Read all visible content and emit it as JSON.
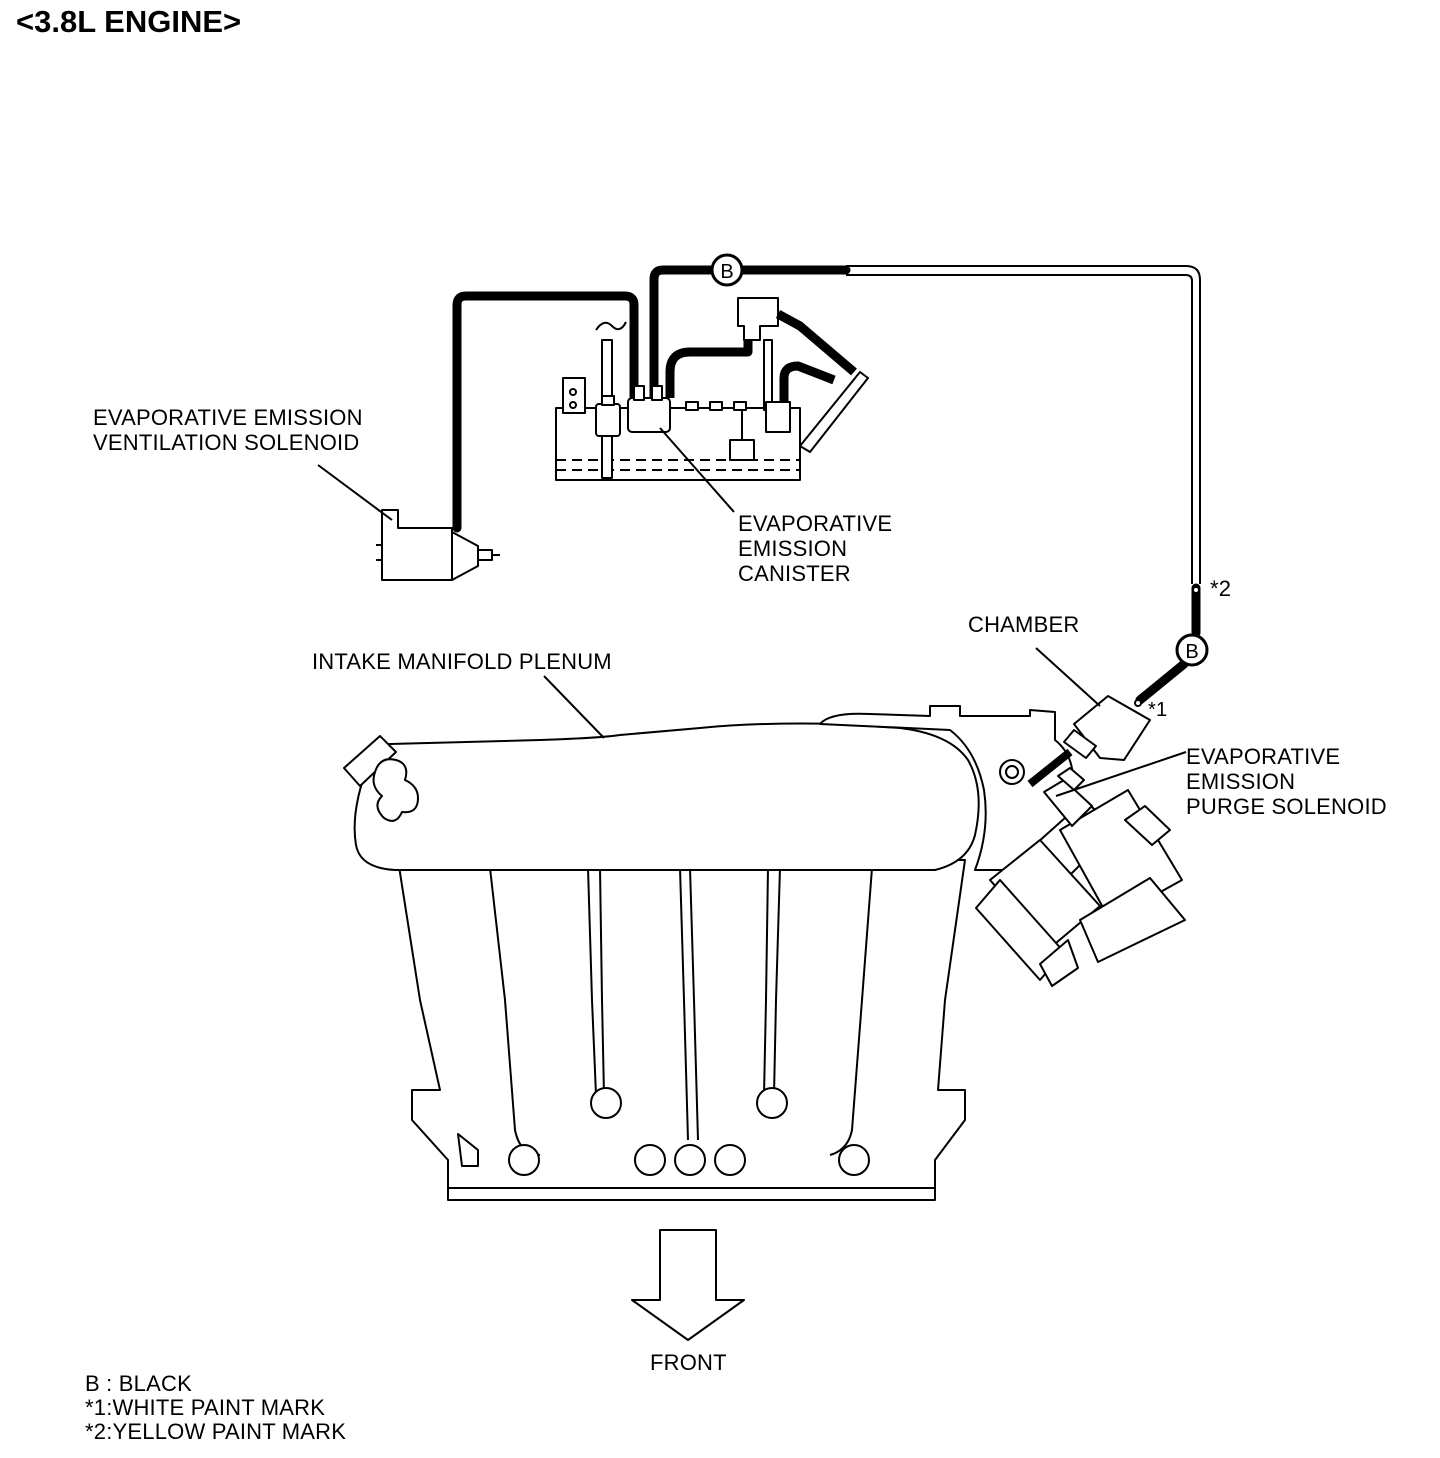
{
  "title": "<3.8L ENGINE>",
  "labels": {
    "ventilation_solenoid": [
      "EVAPORATIVE EMISSION",
      "VENTILATION SOLENOID"
    ],
    "canister": [
      "EVAPORATIVE",
      "EMISSION",
      "CANISTER"
    ],
    "chamber": "CHAMBER",
    "intake_plenum": "INTAKE MANIFOLD PLENUM",
    "purge_solenoid": [
      "EVAPORATIVE",
      "EMISSION",
      "PURGE SOLENOID"
    ],
    "front": "FRONT"
  },
  "hose_markers": {
    "black_hose_top": "B",
    "black_hose_right": "B",
    "white_mark": "*1",
    "yellow_mark": "*2"
  },
  "legend": [
    "B : BLACK",
    "*1:WHITE PAINT MARK",
    "*2:YELLOW PAINT MARK"
  ],
  "colors": {
    "ink": "#000000",
    "paper": "#ffffff"
  }
}
